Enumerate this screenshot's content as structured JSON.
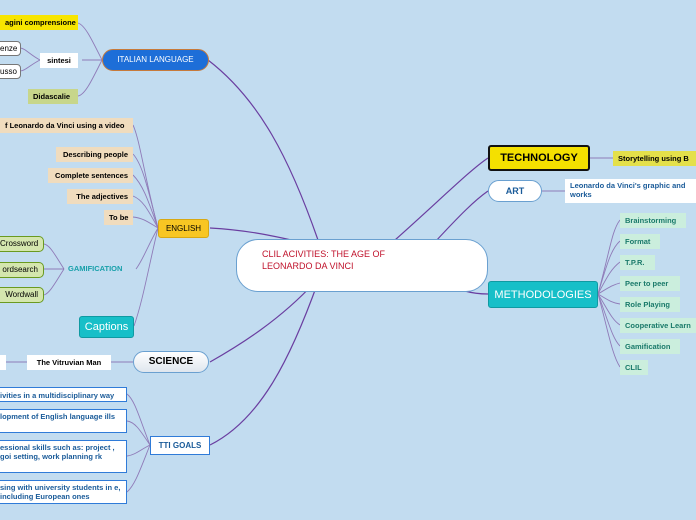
{
  "center": {
    "line1": "CLIL ACIVITIES: THE AGE OF",
    "line2": "LEONARDO DA VINCI"
  },
  "italian": {
    "label": "ITALIAN LANGUAGE",
    "items": {
      "comprensione": "agini comprensione",
      "sintesi": "sintesi",
      "senze": "enze",
      "usso": "usso",
      "didascalie": "Didascalie"
    }
  },
  "english": {
    "label": "ENGLISH",
    "items": [
      "f Leonardo da Vinci using a video",
      "Describing people",
      "Complete sentences",
      "The adjectives",
      "To be"
    ],
    "gamification": {
      "label": "GAMIFICATION",
      "options": [
        "Crossword",
        "ordsearch",
        "Wordwall"
      ]
    },
    "captions": "Captions"
  },
  "science": {
    "label": "SCIENCE",
    "item": "The Vitruvian Man"
  },
  "tti": {
    "label": "TTI GOALS",
    "goals": [
      "ivities in a multidisciplinary way",
      "lopment of English language ills",
      "essional skills such as: project , goi setting, work planning rk",
      "sing with university students in e, including European ones"
    ]
  },
  "technology": {
    "label": "TECHNOLOGY",
    "item": "Storytelling using B"
  },
  "art": {
    "label": "ART",
    "item": "Leonardo da Vinci's graphic and works"
  },
  "methodologies": {
    "label": "METHODOLOGIES",
    "items": [
      "Brainstorming",
      "Format",
      "T.P.R.",
      "Peer to peer",
      "Role Playing",
      "Cooperative Learn",
      "Gamification",
      "CLIL"
    ]
  }
}
